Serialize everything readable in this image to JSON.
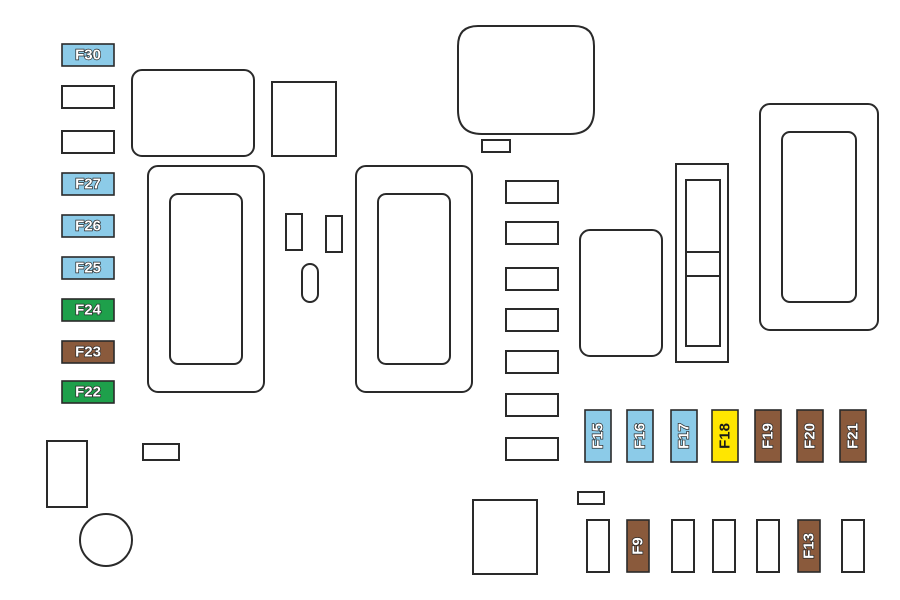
{
  "colors": {
    "blue": "#8ccbe8",
    "green": "#1ea04b",
    "brown": "#8a5a3c",
    "yellow": "#ffe600",
    "outline": "#2a2a2a",
    "background": "#ffffff"
  },
  "fuses_left": [
    {
      "label": "F30",
      "color": "blue"
    },
    {
      "label": "F27",
      "color": "blue"
    },
    {
      "label": "F26",
      "color": "blue"
    },
    {
      "label": "F25",
      "color": "blue"
    },
    {
      "label": "F24",
      "color": "green"
    },
    {
      "label": "F23",
      "color": "brown"
    },
    {
      "label": "F22",
      "color": "green"
    }
  ],
  "fuses_row_right": [
    {
      "label": "F15",
      "color": "blue"
    },
    {
      "label": "F16",
      "color": "blue"
    },
    {
      "label": "F17",
      "color": "blue"
    },
    {
      "label": "F18",
      "color": "yellow"
    },
    {
      "label": "F19",
      "color": "brown"
    },
    {
      "label": "F20",
      "color": "brown"
    },
    {
      "label": "F21",
      "color": "brown"
    }
  ],
  "fuses_row_bottom": [
    {
      "label": "F9",
      "color": "brown"
    },
    {
      "label": "F13",
      "color": "brown"
    }
  ]
}
